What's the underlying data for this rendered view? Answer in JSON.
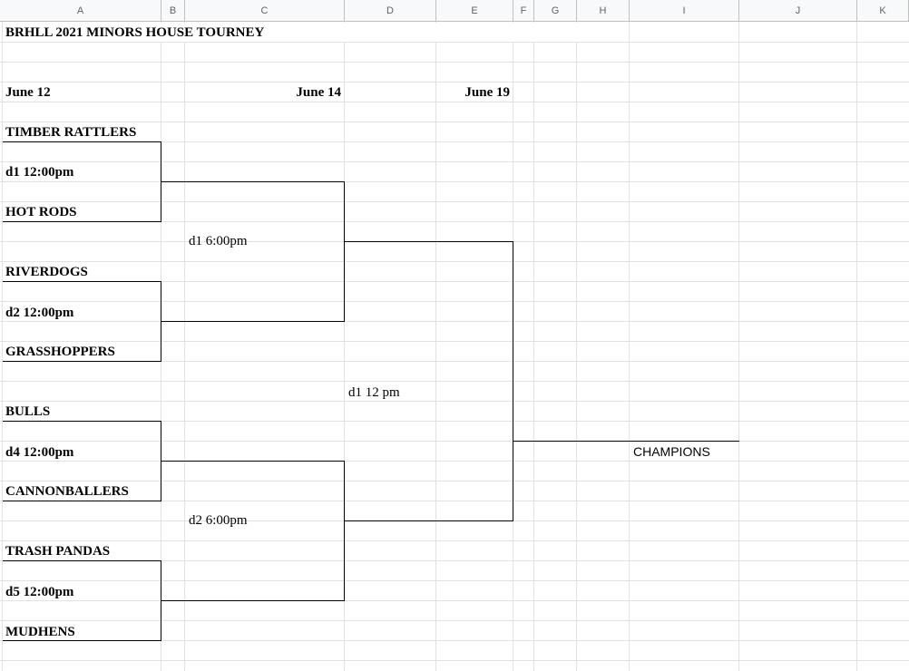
{
  "columns": [
    "A",
    "B",
    "C",
    "D",
    "E",
    "F",
    "G",
    "H",
    "I",
    "J",
    "K"
  ],
  "title": "BRHLL 2021 MINORS HOUSE TOURNEY",
  "dates": {
    "round1": "June 12",
    "round2": "June 14",
    "round3": "June 19"
  },
  "round1_games": [
    {
      "team_top": "TIMBER RATTLERS",
      "game": "d1 12:00pm",
      "team_bottom": "HOT RODS"
    },
    {
      "team_top": "RIVERDOGS",
      "game": "d2 12:00pm",
      "team_bottom": "GRASSHOPPERS"
    },
    {
      "team_top": "BULLS",
      "game": "d4 12:00pm",
      "team_bottom": "CANNONBALLERS"
    },
    {
      "team_top": "TRASH PANDAS",
      "game": "d5 12:00pm",
      "team_bottom": "MUDHENS"
    }
  ],
  "round2_games": [
    "d1 6:00pm",
    "d2 6:00pm"
  ],
  "final_game": "d1  12 pm",
  "champion_label": "CHAMPIONS"
}
